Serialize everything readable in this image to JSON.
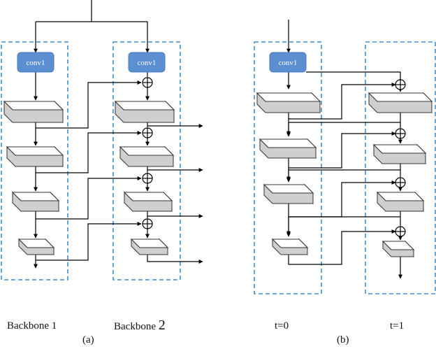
{
  "panels": [
    {
      "id": "a",
      "caption": "(a)",
      "columns": [
        {
          "label": "Backbone 1",
          "block": "conv1"
        },
        {
          "label_main": "Backbone ",
          "label_num": "2",
          "block": "conv1"
        }
      ]
    },
    {
      "id": "b",
      "caption": "(b)",
      "columns": [
        {
          "label": "t=0",
          "block": "conv1"
        },
        {
          "label": "t=1"
        }
      ]
    }
  ],
  "colors": {
    "conv_fill": "#5b8fd1",
    "conv_text": "#ffffff",
    "dashed_border": "#3d8fd6",
    "layer_front": "#cfcfcf",
    "layer_top": "#ffffff",
    "layer_edge": "#333333",
    "line": "#000000"
  },
  "icons": {
    "sum": "circle-plus-icon",
    "arrow": "arrowhead-icon"
  }
}
